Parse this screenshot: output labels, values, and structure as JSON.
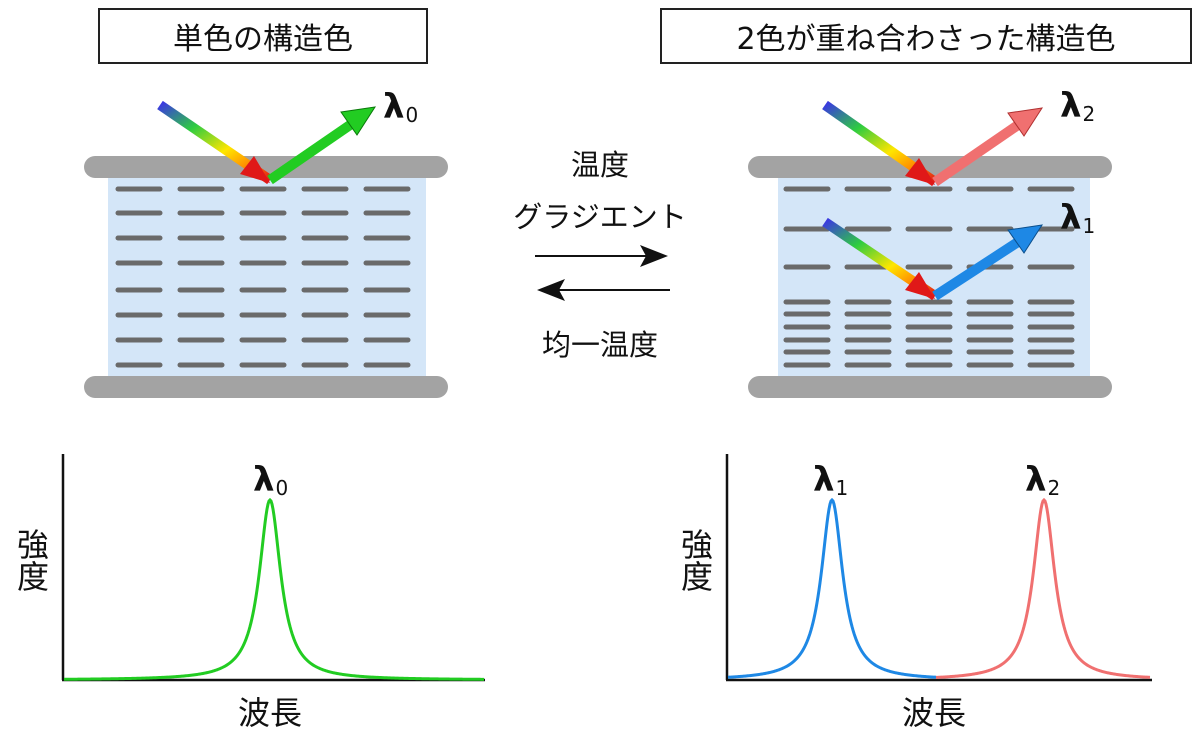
{
  "titles": {
    "single": "単色の構造色",
    "double": "2色が重ね合わさった構造色"
  },
  "middle": {
    "line1": "温度",
    "line2": "グラジエント",
    "line3": "均一温度"
  },
  "lambda": {
    "symbol": "λ",
    "sub0": "0",
    "sub1": "1",
    "sub2": "2"
  },
  "axes": {
    "ylabel": "強度",
    "xlabel": "波長"
  },
  "colors": {
    "green": "#22cc22",
    "blue": "#1e88e5",
    "red": "#f07070",
    "cell": "#d4e6f8",
    "plate": "#9e9e9e",
    "layer": "#6a6a6a"
  }
}
